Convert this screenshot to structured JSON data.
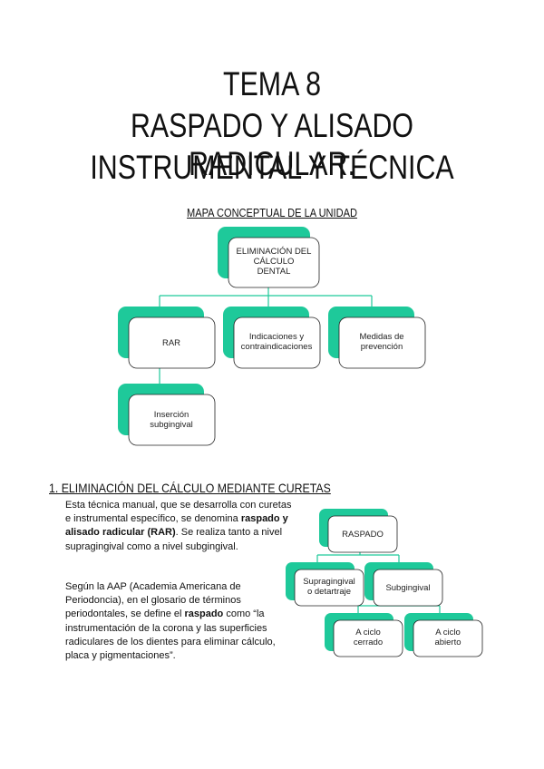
{
  "title": {
    "line1": "TEMA 8",
    "line2": "RASPADO Y ALISADO RADICULAR.",
    "line3": "INSTRUMENTAL Y TÉCNICA"
  },
  "concept_map": {
    "heading": "MAPA CONCEPTUAL DE LA UNIDAD",
    "root": [
      "ELIMINACIÓN DEL",
      "CÁLCULO",
      "DENTAL"
    ],
    "children": [
      {
        "lines": [
          "RAR"
        ]
      },
      {
        "lines": [
          "Indicaciones y",
          "contraindicaciones"
        ]
      },
      {
        "lines": [
          "Medidas de",
          "prevención"
        ]
      }
    ],
    "grandchild": [
      "Inserción",
      "subgingival"
    ]
  },
  "section1": {
    "heading": "1. ELIMINACIÓN DEL CÁLCULO MEDIANTE CURETAS",
    "p1_a": "Esta técnica manual, que se desarrolla con curetas e instrumental específico, se denomina ",
    "p1_bold": "raspado y alisado radicular (RAR)",
    "p1_b": ". Se realiza tanto a nivel supragingival como a nivel subgingival.",
    "p2_a": "Según la AAP (Academia Americana de Periodoncia), en el glosario de términos periodontales, se define el ",
    "p2_bold": "raspado",
    "p2_b": " como “la instrumentación de la corona y las superficies radiculares de los dientes para eliminar cálculo, placa y pigmentaciones”."
  },
  "raspado_map": {
    "root": [
      "RASPADO"
    ],
    "level1": [
      {
        "lines": [
          "Supragingival",
          "o detartraje"
        ]
      },
      {
        "lines": [
          "Subgingival"
        ]
      }
    ],
    "level2": [
      {
        "lines": [
          "A ciclo",
          "cerrado"
        ]
      },
      {
        "lines": [
          "A ciclo",
          "abierto"
        ]
      }
    ]
  },
  "colors": {
    "accent": "#1ec99a",
    "line": "#1ec99a",
    "box_border": "#222222",
    "box_fill": "#ffffff"
  }
}
